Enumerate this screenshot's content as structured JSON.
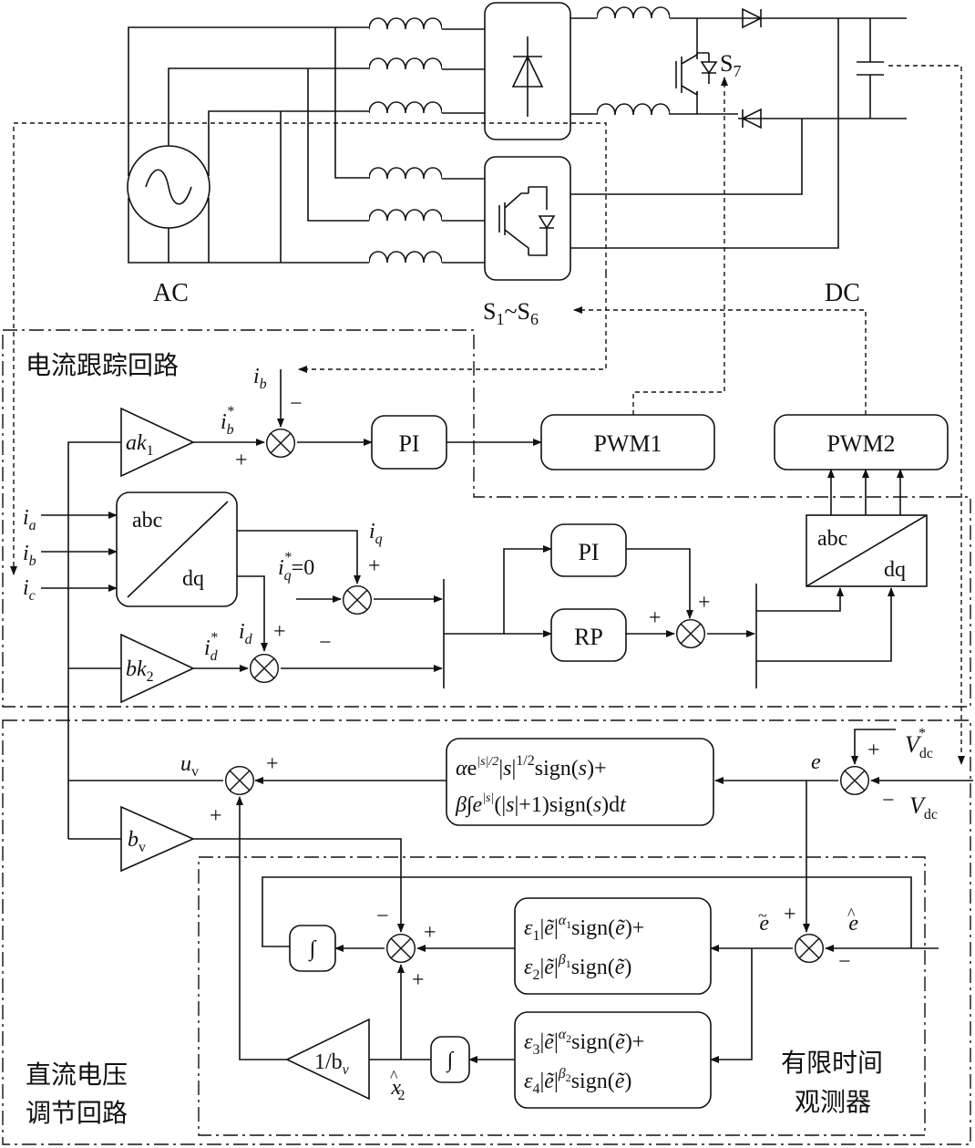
{
  "labels": {
    "ac": "AC",
    "dc": "DC",
    "s7": "S",
    "s7_sub": "7",
    "s16_a": "S",
    "s16_a_sub": "1",
    "s16_tilde": "~",
    "s16_b": "S",
    "s16_b_sub": "6",
    "current_loop": "电流跟踪回路",
    "voltage_loop_1": "直流电压",
    "voltage_loop_2": "调节回路",
    "observer_1": "有限时间",
    "observer_2": "观测器"
  },
  "blocks": {
    "pi1": "PI",
    "pwm1": "PWM1",
    "pwm2": "PWM2",
    "pi2": "PI",
    "rp": "RP",
    "abc": "abc",
    "dq": "dq",
    "abc2": "abc",
    "dq2": "dq",
    "ak1_a": "ak",
    "ak1_sub": "1",
    "bk2_a": "bk",
    "bk2_sub": "2",
    "bv_a": "b",
    "bv_sub": "v",
    "inv_bv_a": "1/b",
    "inv_bv_sub": "v",
    "integ1": "∫",
    "integ2": "∫"
  },
  "signals": {
    "ib_top": "i",
    "ib_top_sub": "b",
    "ib_star": "i",
    "ib_star_sub": "b",
    "ib_star_sup": "*",
    "ia": "i",
    "ia_sub": "a",
    "ib": "i",
    "ib_sub": "b",
    "ic": "i",
    "ic_sub": "c",
    "iq": "i",
    "iq_sub": "q",
    "iq_star": "i",
    "iq_star_sub": "q",
    "iq_star_sup": "*",
    "iq_star_eq": "=0",
    "id": "i",
    "id_sub": "d",
    "id_star": "i",
    "id_star_sub": "d",
    "id_star_sup": "*",
    "uv": "u",
    "uv_sub": "v",
    "e": "e",
    "e_tilde": "e",
    "e_hat": "e",
    "x2_hat": "x",
    "x2_sub": "2",
    "vdc_star": "V",
    "vdc_star_sub": "dc",
    "vdc_star_sup": "*",
    "vdc": "V",
    "vdc_sub": "dc"
  },
  "signs": {
    "plus": "+",
    "minus": "−"
  },
  "formulas": {
    "smc_line1": "αe|s|/2|s|1/2sign(s)+",
    "smc_line2": "β∫e|s|(|s|+1)sign(s)dt",
    "obs1_line1": "ε1|ẽ|α1sign(ẽ)+",
    "obs1_line2": "ε2|ẽ|β1sign(ẽ)",
    "obs2_line1": "ε3|ẽ|α2sign(ẽ)+",
    "obs2_line2": "ε4|ẽ|β2sign(ẽ)"
  },
  "formula_parts": {
    "smc": [
      "α",
      "e",
      "|s|/2",
      "|",
      "s",
      "|",
      "1/2",
      "sign(",
      "s",
      ")+"
    ],
    "smc2": [
      "β∫e",
      "|s|",
      "(|",
      "s",
      "|+1)sign(",
      "s",
      ")d",
      "t"
    ],
    "o1a": [
      "ε",
      "1",
      "|",
      "ẽ",
      "|",
      "α",
      "1",
      "sign(",
      "ẽ",
      ")+"
    ],
    "o1b": [
      "ε",
      "2",
      "|",
      "ẽ",
      "|",
      "β",
      "1",
      "sign(",
      "ẽ",
      ")"
    ],
    "o2a": [
      "ε",
      "3",
      "|",
      "ẽ",
      "|",
      "α",
      "2",
      "sign(",
      "ẽ",
      ")+"
    ],
    "o2b": [
      "ε",
      "4",
      "|",
      "ẽ",
      "|",
      "β",
      "2",
      "sign(",
      "ẽ",
      ")"
    ]
  }
}
